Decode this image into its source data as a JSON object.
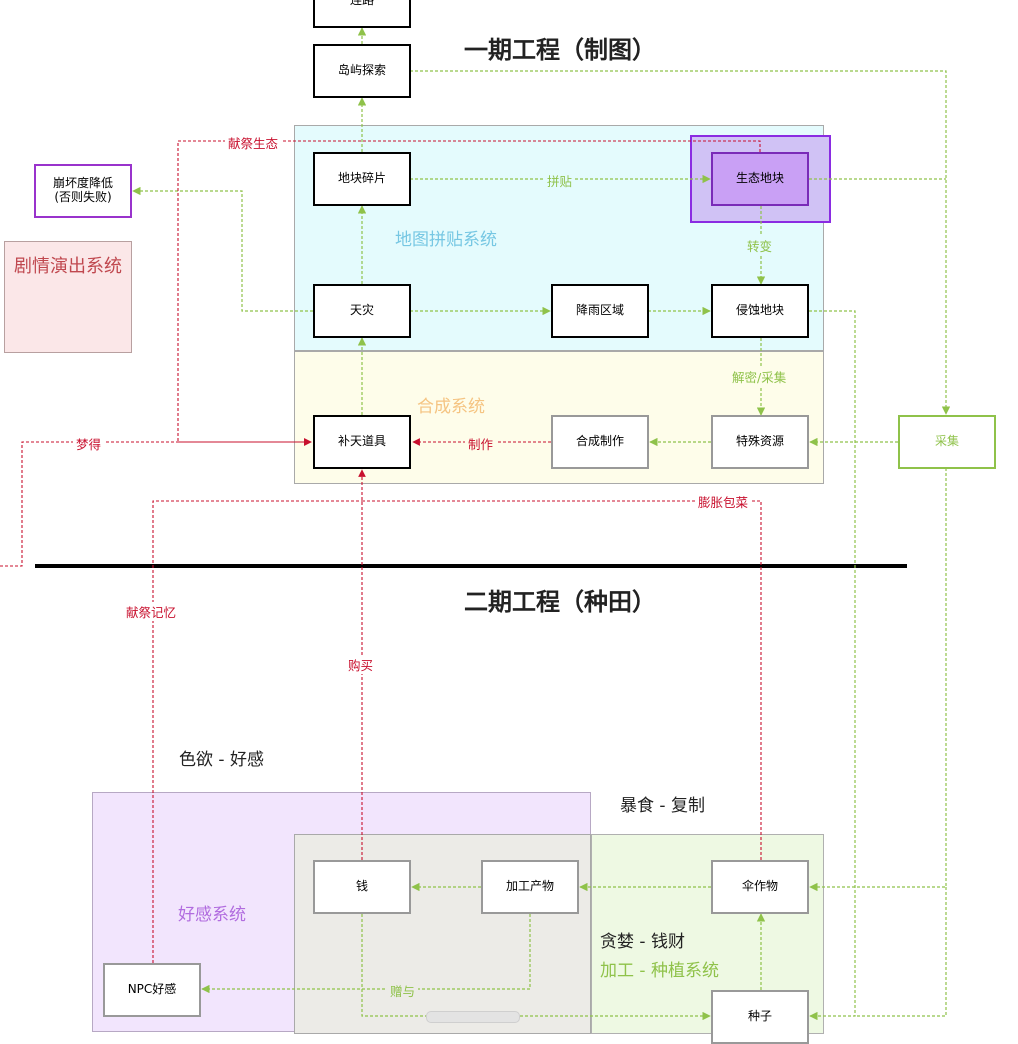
{
  "phases": {
    "phase1": "一期工程（制图）",
    "phase2": "二期工程（种田）"
  },
  "systems": {
    "map_tiling": "地图拼贴系统",
    "synthesis": "合成系统",
    "story": "剧情演出系统",
    "affection": "好感系统",
    "processing": "加工 - 种植系统"
  },
  "sins": {
    "lust": "色欲 - 好感",
    "gluttony": "暴食 - 复制",
    "greed": "贪婪 - 钱财"
  },
  "nodes": {
    "road": "连路",
    "island_explore": "岛屿探索",
    "tile_fragment": "地块碎片",
    "eco_tile": "生态地块",
    "collapse_reduce_1": "崩坏度降低",
    "collapse_reduce_2": "(否则失败)",
    "disaster": "天灾",
    "rain_area": "降雨区域",
    "eroded_tile": "侵蚀地块",
    "patch_item": "补天道具",
    "craft_make": "合成制作",
    "special_resource": "特殊资源",
    "gather": "采集",
    "money": "钱",
    "processed_product": "加工产物",
    "crop": "伞作物",
    "npc_affection": "NPC好感",
    "seed": "种子"
  },
  "edge_labels": {
    "offer_eco": "献祭生态",
    "patch": "拼贴",
    "transform": "转变",
    "decrypt_gather": "解密/采集",
    "dream_get": "梦得",
    "craft": "制作",
    "bloat_cabbage": "膨胀包菜",
    "offer_memory": "献祭记忆",
    "buy": "购买",
    "gift": "赠与"
  },
  "colors": {
    "green_edge": "#8fc24a",
    "red_edge": "#c8102e",
    "map_region": "#e4fbfd",
    "synth_region": "#fefdea",
    "story_region": "#fbe7e8",
    "affection_region": "#f2e5fd",
    "processing_region": "#eef9e3",
    "greed_region": "#ecebe7",
    "selected_node": "#c9a0f5"
  }
}
